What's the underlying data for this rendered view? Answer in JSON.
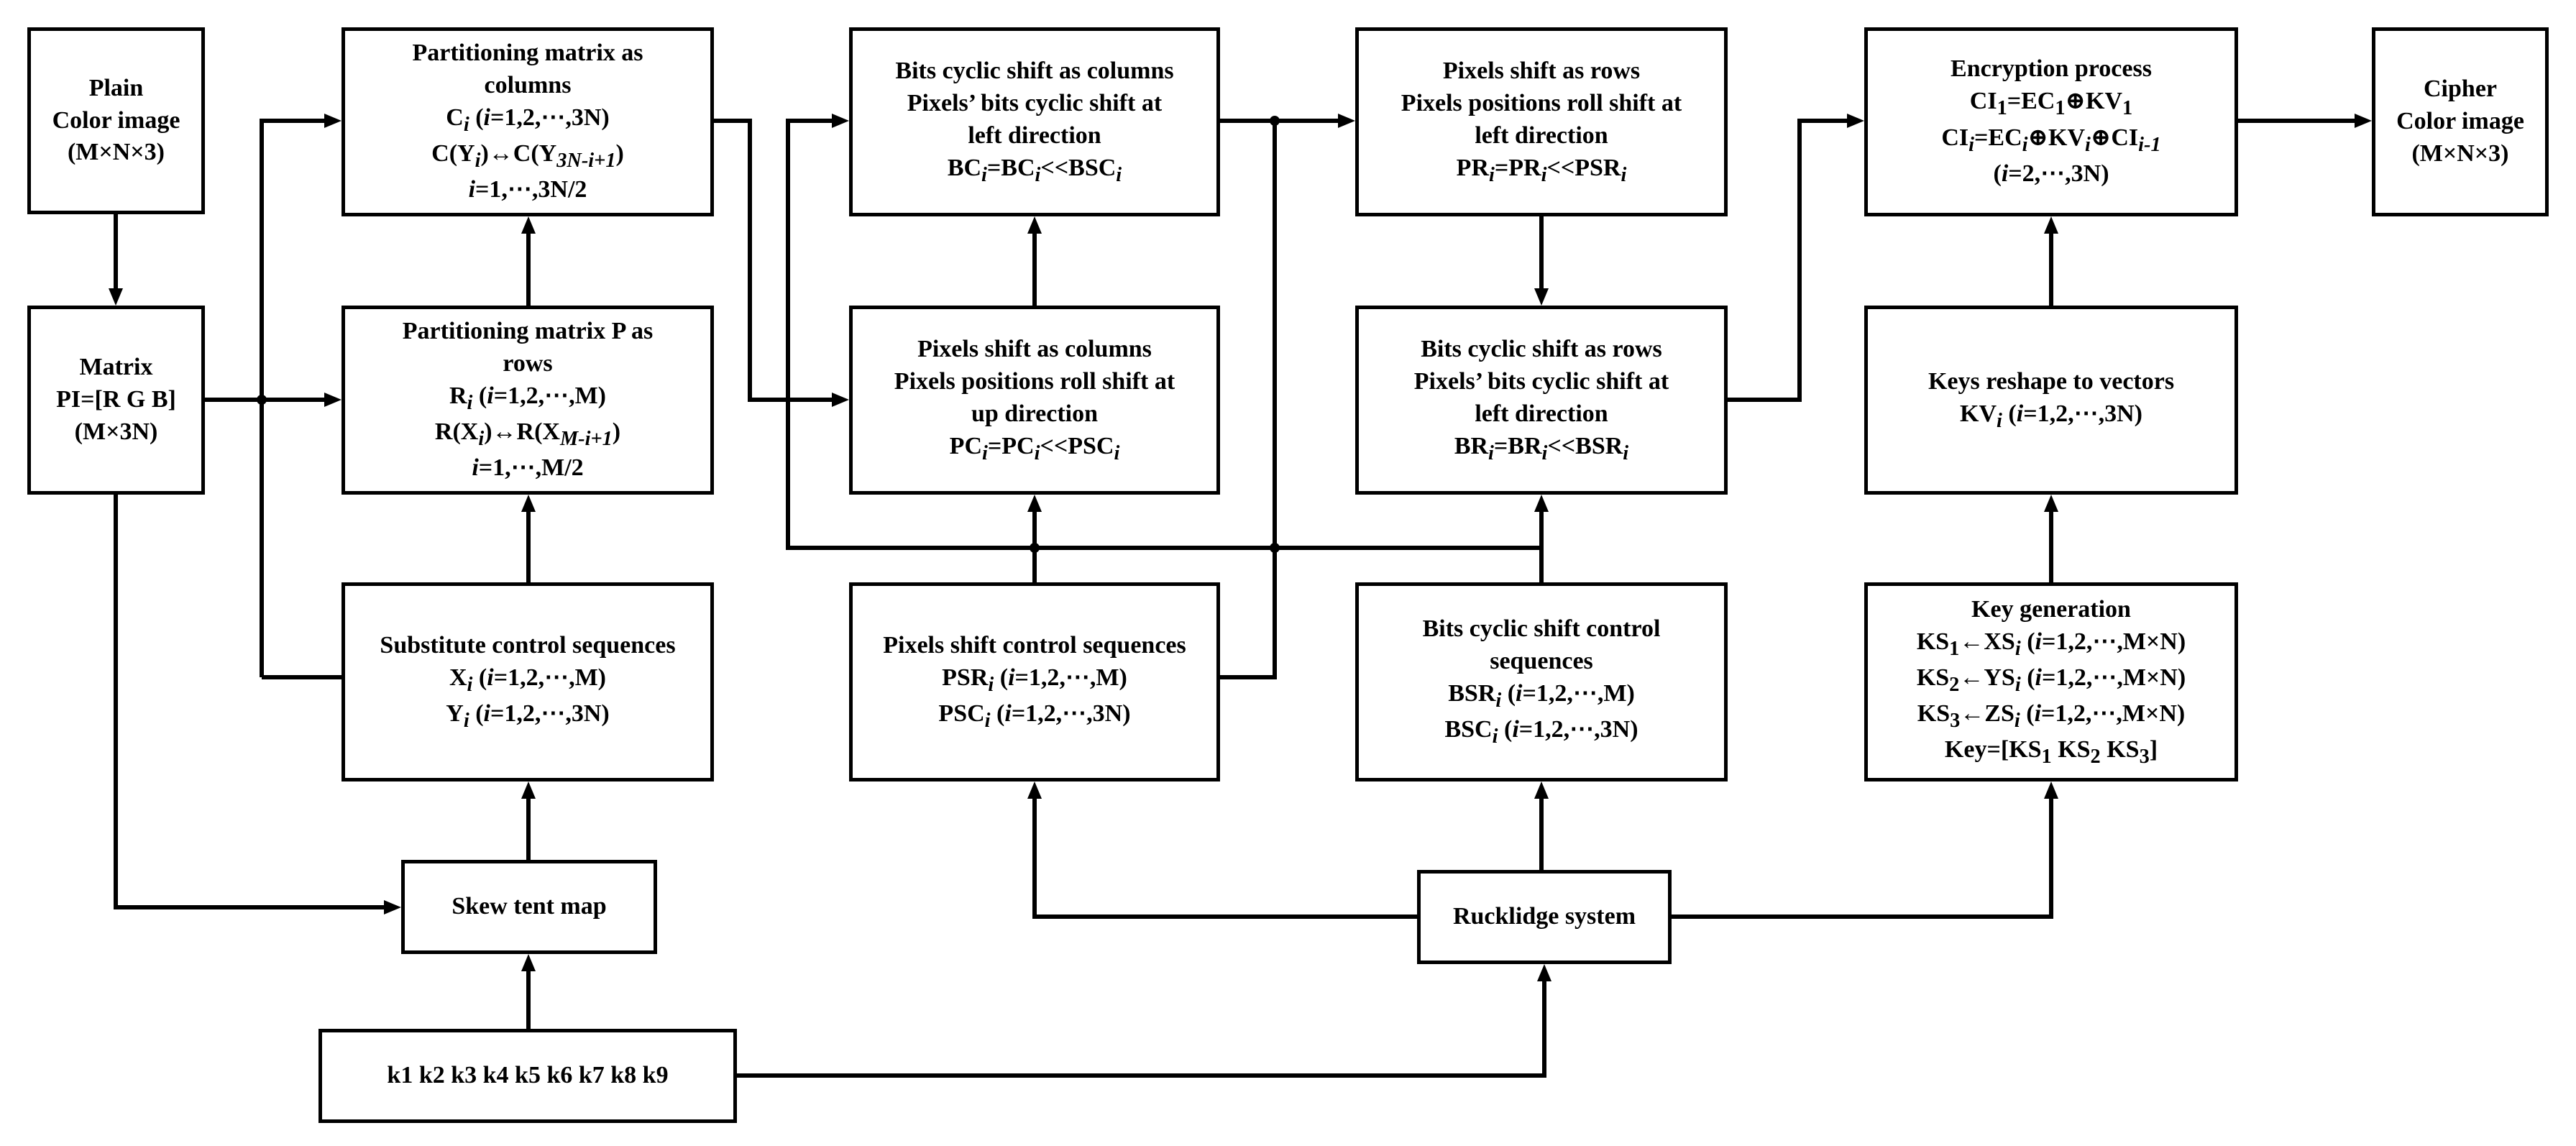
{
  "diagram": {
    "boxes": {
      "plain_image": {
        "lines": [
          "Plain",
          "Color image",
          "(M×N×3)"
        ]
      },
      "matrix": {
        "lines": [
          "Matrix",
          "PI=[R G B]",
          "(M×3N)"
        ]
      },
      "partition_columns": {
        "lines": [
          "Partitioning matrix as",
          "columns",
          "C_i (i=1,2,⋯,3N)",
          "C(Y_i)↔C(Y_3N-i+1)",
          "i=1,⋯,3N/2"
        ]
      },
      "partition_rows": {
        "lines": [
          "Partitioning matrix P as",
          "rows",
          "R_i (i=1,2,⋯,M)",
          "R(X_i)↔R(X_M-i+1)",
          "i=1,⋯,M/2"
        ]
      },
      "substitute_control": {
        "lines": [
          "Substitute control sequences",
          "X_i (i=1,2,⋯,M)",
          "Y_i (i=1,2,⋯,3N)"
        ]
      },
      "skew_tent": {
        "lines": [
          "Skew tent map"
        ]
      },
      "keys": {
        "lines": [
          "k1 k2 k3 k4 k5 k6 k7 k8 k9"
        ]
      },
      "bits_shift_columns": {
        "lines": [
          "Bits cyclic shift as columns",
          "Pixels’ bits cyclic shift at",
          "left direction",
          "BC_i=BC_i<<BSC_i"
        ]
      },
      "pixels_shift_columns": {
        "lines": [
          "Pixels shift as columns",
          "Pixels positions roll shift at",
          "up direction",
          "PC_i=PC_i<<PSC_i"
        ]
      },
      "pixels_shift_control": {
        "lines": [
          "Pixels shift control sequences",
          "PSR_i (i=1,2,⋯,M)",
          "PSC_i (i=1,2,⋯,3N)"
        ]
      },
      "pixels_shift_rows": {
        "lines": [
          "Pixels shift as rows",
          "Pixels positions roll shift at",
          "left direction",
          "PR_i=PR_i<<PSR_i"
        ]
      },
      "bits_shift_rows": {
        "lines": [
          "Bits cyclic shift as rows",
          "Pixels’ bits cyclic shift at",
          "left direction",
          "BR_i=BR_i<<BSR_i"
        ]
      },
      "bits_shift_control": {
        "lines": [
          "Bits cyclic shift control",
          "sequences",
          "BSR_i (i=1,2,⋯,M)",
          "BSC_i (i=1,2,⋯,3N)"
        ]
      },
      "rucklidge": {
        "lines": [
          "Rucklidge system"
        ]
      },
      "encryption": {
        "lines": [
          "Encryption process",
          "CI_1=EC_1⊕KV_1",
          "CI_i=EC_i⊕KV_i⊕CI_i-1",
          "(i=2,⋯,3N)"
        ]
      },
      "keys_reshape": {
        "lines": [
          "Keys reshape to vectors",
          "KV_i (i=1,2,⋯,3N)"
        ]
      },
      "key_generation": {
        "lines": [
          "Key generation",
          "KS_1←XS_i (i=1,2,⋯,M×N)",
          "KS_2←YS_i (i=1,2,⋯,M×N)",
          "KS_3←ZS_i (i=1,2,⋯,M×N)",
          "Key=[KS_1 KS_2 KS_3]"
        ]
      },
      "cipher_image": {
        "lines": [
          "Cipher",
          "Color image",
          "(M×N×3)"
        ]
      }
    }
  }
}
